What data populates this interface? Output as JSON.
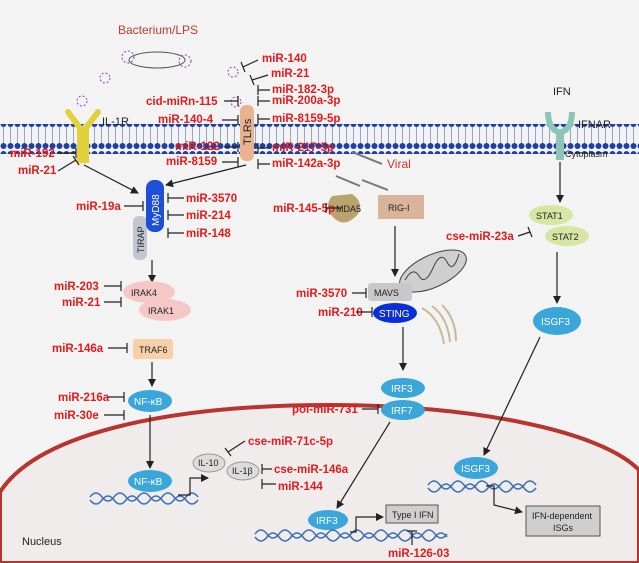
{
  "labels": {
    "bacterium": "Bacterium/LPS",
    "il1r": "IL-1R",
    "tlrs": "TLRs",
    "viral": "Viral",
    "ifn": "IFN",
    "ifnar": "IFNAR",
    "cytoplasm": "Cytoplasm",
    "nucleus": "Nucleus"
  },
  "nodes": {
    "myd88": "MyD88",
    "tirap": "TIRAP",
    "irak4": "IRAK4",
    "irak1": "IRAK1",
    "traf6": "TRAF6",
    "nfkb": "NF-κB",
    "nfkb_nuc": "NF-κB",
    "il10": "IL-10",
    "il1b": "IL-1β",
    "mda5": "MDA5",
    "rigi": "RIG-I",
    "mavs": "MAVS",
    "sting": "STING",
    "irf3": "IRF3",
    "irf7": "IRF7",
    "irf3_nuc": "IRF3",
    "type1ifn": "Type I IFN",
    "stat1": "STAT1",
    "stat2": "STAT2",
    "isgf3": "ISGF3",
    "isgf3_nuc": "ISGF3",
    "isgs_line1": "IFN-dependent",
    "isgs_line2": "ISGs"
  },
  "mirnas": {
    "mir140": "miR-140",
    "mir21_top": "miR-21",
    "mir182": "miR-182-3p",
    "cid115": "cid-miRn-115",
    "mir200a": "miR-200a-3p",
    "mir1404": "miR-140-4",
    "mir8159_5p": "miR-8159-5p",
    "mir122": "miR-122",
    "mir217": "miR-217-5p",
    "mir8159": "miR-8159",
    "mir142a": "miR-142a-3p",
    "mir192": "miR-192",
    "mir21_left": "miR-21",
    "mir19a": "miR-19a",
    "mir3570_a": "miR-3570",
    "mir214": "miR-214",
    "mir148": "miR-148",
    "mir203": "miR-203",
    "mir21_irak": "miR-21",
    "mir146a": "miR-146a",
    "mir216a": "miR-216a",
    "mir30e": "miR-30e",
    "cse71c": "cse-miR-71c-5p",
    "cse146a": "cse-miR-146a",
    "mir144": "miR-144",
    "mir145": "miR-145-5p",
    "mir3570_b": "miR-3570",
    "mir210": "miR-210",
    "pol731": "pol-miR-731",
    "mir12603": "miR-126-03",
    "cse23a": "cse-miR-23a"
  },
  "colors": {
    "mirna_text": "#e31b1b",
    "membrane": "#1f3fa8",
    "nucleus_border": "#b8352f",
    "myd88_fill": "#1f4ed8",
    "mda5_fill": "#b9a46f",
    "irak_fill": "#f6c7c7",
    "traf6_fill": "#f7cfa8",
    "nfkb_fill": "#3ba6d9",
    "stat_fill": "#d7e6a2",
    "ifnar_fill": "#8dc6b5",
    "il1r_fill": "#e2d13a",
    "tlr_fill": "#e9b38f"
  }
}
